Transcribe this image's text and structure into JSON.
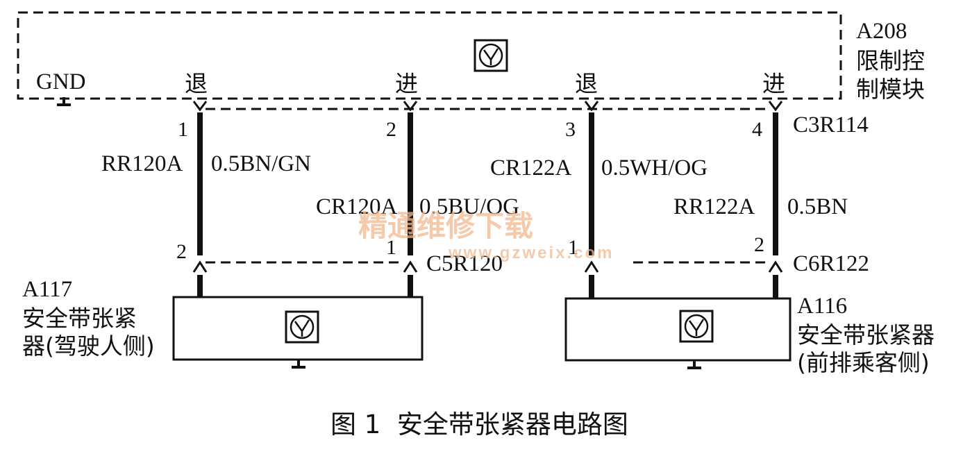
{
  "control_module": {
    "id": "A208",
    "name_line1": "限制控",
    "name_line2": "制模块",
    "ground_label": "GND",
    "direction_labels": [
      "退",
      "进",
      "退",
      "进"
    ]
  },
  "connector_top": "C3R114",
  "wires": [
    {
      "pin_top": "1",
      "circuit": "RR120A",
      "color_code": "0.5BN/GN",
      "pin_bottom": "2"
    },
    {
      "pin_top": "2",
      "circuit": "CR120A",
      "color_code": "0.5BU/OG",
      "pin_bottom": "1"
    },
    {
      "pin_top": "3",
      "circuit": "CR122A",
      "color_code": "0.5WH/OG",
      "pin_bottom": "1"
    },
    {
      "pin_top": "4",
      "circuit": "RR122A",
      "color_code": "0.5BN",
      "pin_bottom": "2"
    }
  ],
  "connector_left_bottom": "C5R120",
  "connector_right_bottom": "C6R122",
  "pretensioner_driver": {
    "id": "A117",
    "name_line1": "安全带张紧",
    "name_line2": "器(驾驶人侧)"
  },
  "pretensioner_passenger": {
    "id": "A116",
    "name_line1": "安全带张紧器",
    "name_line2": "(前排乘客侧)"
  },
  "figure_caption": "图 1  安全带张紧器电路图",
  "watermark": {
    "line1": "精通维修下载",
    "line2": "www.gzweix.com"
  }
}
